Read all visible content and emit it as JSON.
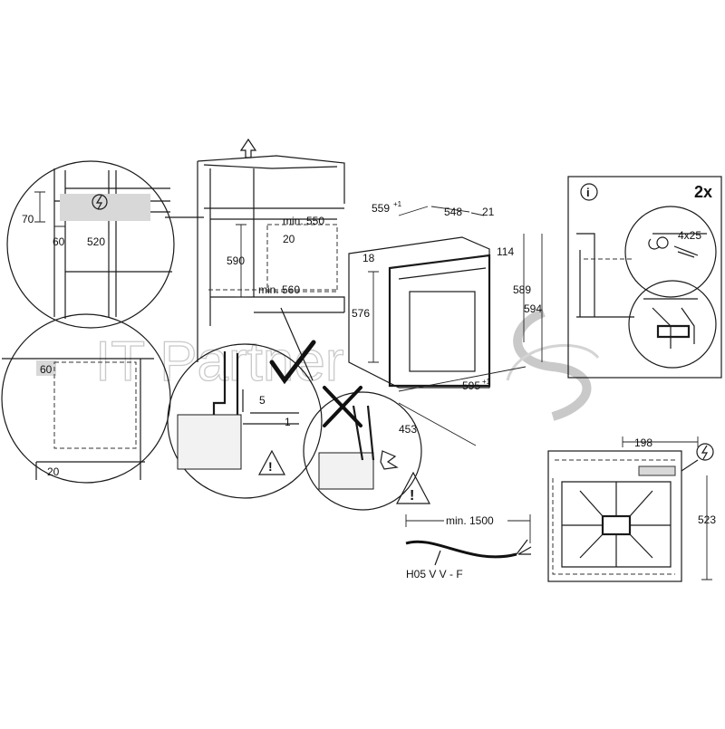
{
  "watermark": {
    "text": "IT Partner"
  },
  "dims": {
    "d70": "70",
    "d60a": "60",
    "d520": "520",
    "d60b": "60",
    "d20a": "20",
    "d590": "590",
    "dmin550": "min. 550",
    "d20b": "20",
    "dmin560": "min. 560",
    "d559": "559",
    "d559sup": "+1",
    "d548": "548",
    "d21": "21",
    "d114": "114",
    "d18": "18",
    "d576": "576",
    "d589": "589",
    "d594": "594",
    "d595": "595",
    "d595sup": "+1",
    "d453": "453",
    "d5": "5",
    "d1": "1",
    "dmin1500": "min. 1500",
    "cable": "H05 V V - F",
    "d198": "198",
    "d523": "523",
    "screw": "4x25",
    "qty": "2x"
  },
  "icons": [
    "info-icon",
    "warning-icon",
    "electric-icon",
    "arrow-up-icon",
    "checkmark-icon",
    "cross-icon"
  ]
}
